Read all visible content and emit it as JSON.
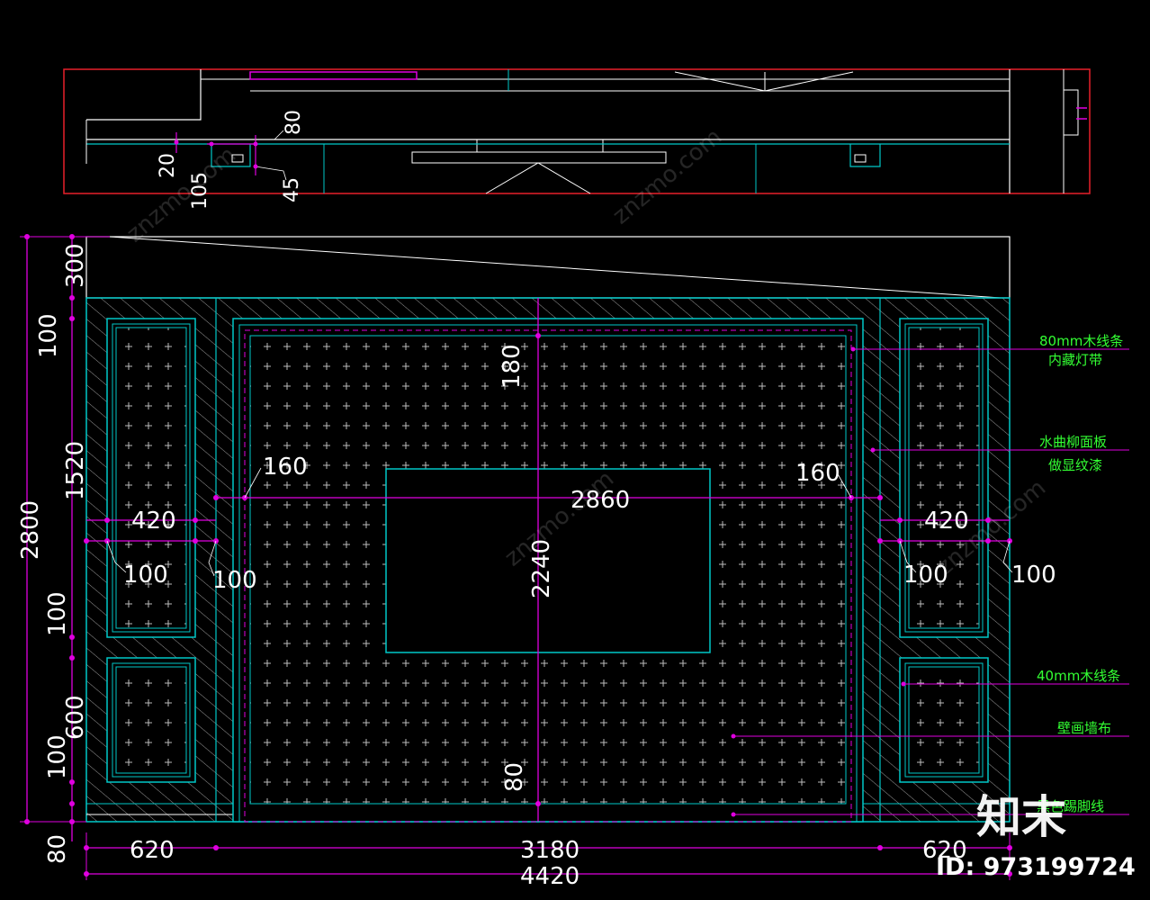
{
  "plan_dims": {
    "d80": "80",
    "d20": "20",
    "d105": "105",
    "d45": "45"
  },
  "elevation_dims": {
    "left": [
      "300",
      "100",
      "1520",
      "2800",
      "100",
      "600",
      "100",
      "80"
    ],
    "bottom": [
      "620",
      "3180",
      "620",
      "4420"
    ],
    "inner": {
      "top_gap": "180",
      "bottom_gap": "80",
      "tv_width": "2860",
      "tv_height": "2240",
      "frame_left": "160",
      "frame_right": "160",
      "panel_width_left": "420",
      "panel_width_right": "420",
      "gap_a": "100",
      "gap_b": "100",
      "gap_c": "100",
      "gap_d": "100"
    }
  },
  "annotations": [
    "80mm木线条",
    "内藏灯带",
    "水曲柳面板",
    "做显纹漆",
    "40mm木线条",
    "壁画墙布",
    "黑色踢脚线"
  ],
  "watermark": {
    "brand": "知末",
    "id_text": "ID: 973199724",
    "site_text": "znzmo.com"
  },
  "colors": {
    "background": "#000000",
    "wall_lines": "#00c8c8",
    "dimension": "#e000e0",
    "plan_border": "#e8202a",
    "annotation": "#33ff33",
    "structure": "#ffffff"
  }
}
